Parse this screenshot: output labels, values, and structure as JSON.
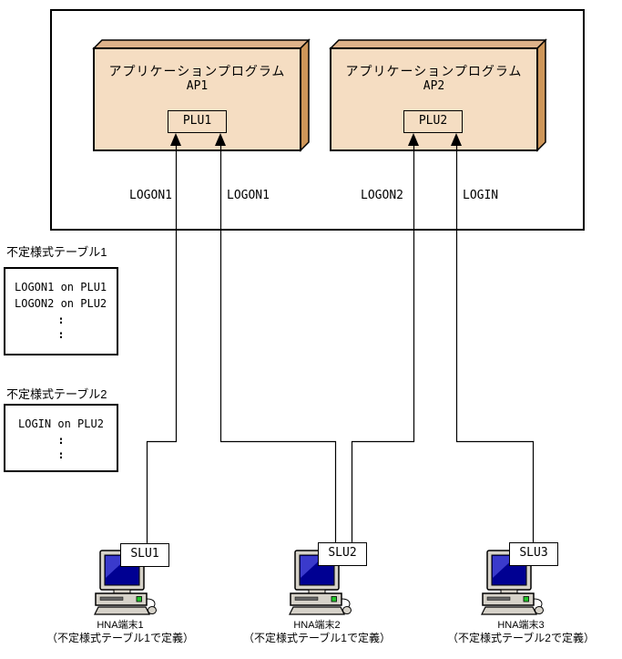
{
  "colors": {
    "box_front": "#F5DDC2",
    "box_top": "#DEB28A",
    "box_side": "#CE9659",
    "terminal_body": "#D6D2C9",
    "screen_blue": "#000092",
    "screen_highlight": "#3A3ACC",
    "slot_gray": "#666666",
    "led_green": "#22C52A",
    "line_color": "#000000"
  },
  "applications": [
    {
      "title": "アプリケーションプログラム",
      "name": "AP1",
      "plu_label": "PLU1"
    },
    {
      "title": "アプリケーションプログラム",
      "name": "AP2",
      "plu_label": "PLU2"
    }
  ],
  "connection_labels": [
    "LOGON1",
    "LOGON1",
    "LOGON2",
    "LOGIN"
  ],
  "tables": [
    {
      "label": "不定様式テーブル1",
      "rows": [
        "LOGON1 on PLU1",
        "LOGON2 on PLU2"
      ],
      "dots": [
        ":",
        ":"
      ]
    },
    {
      "label": "不定様式テーブル2",
      "rows": [
        "LOGIN on PLU2"
      ],
      "dots": [
        ":",
        ":"
      ]
    }
  ],
  "terminals": [
    {
      "slu_label": "SLU1",
      "name": "HNA端末1",
      "note": "（不定様式テーブル1で定義）"
    },
    {
      "slu_label": "SLU2",
      "name": "HNA端末2",
      "note": "（不定様式テーブル1で定義）"
    },
    {
      "slu_label": "SLU3",
      "name": "HNA端末3",
      "note": "（不定様式テーブル2で定義）"
    }
  ]
}
